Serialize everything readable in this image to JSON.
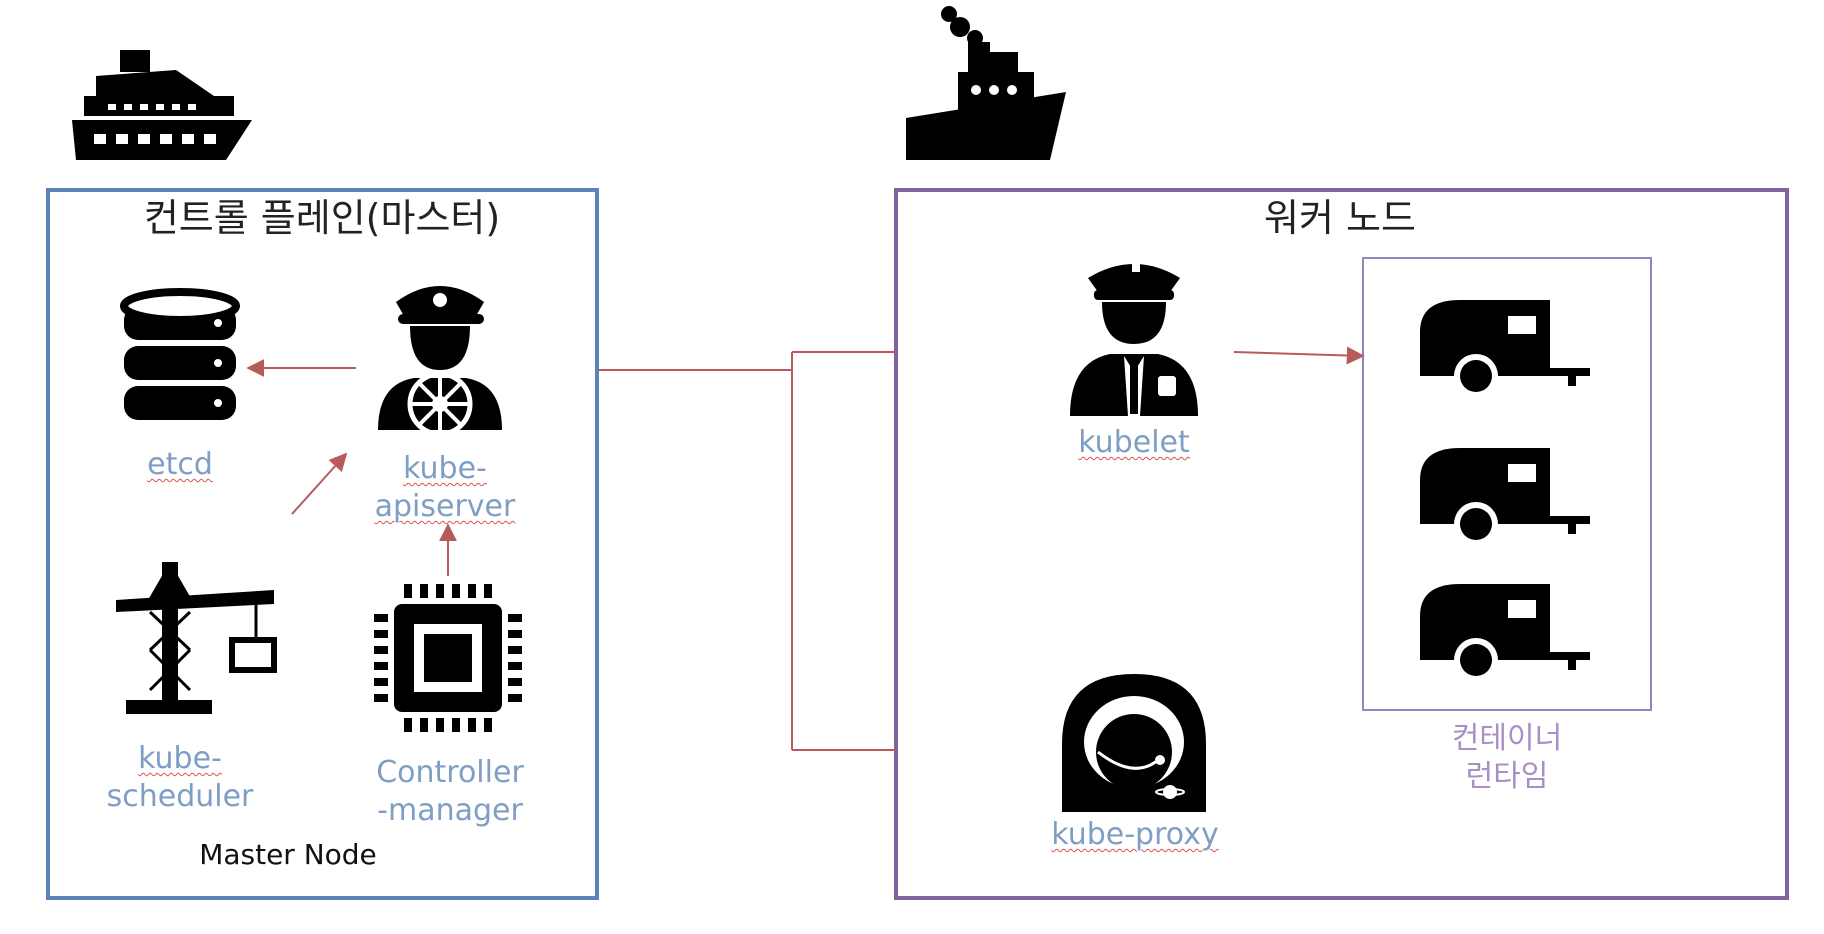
{
  "control_plane": {
    "title": "컨트롤 플레인(마스터)",
    "footer": "Master Node",
    "components": {
      "etcd": "etcd",
      "apiserver_line1": "kube-",
      "apiserver_line2": "apiserver",
      "scheduler_line1": "kube-",
      "scheduler_line2": "scheduler",
      "controller_line1": "Controller",
      "controller_line2": "-manager"
    }
  },
  "worker_node": {
    "title": "워커 노드",
    "components": {
      "kubelet": "kubelet",
      "kube_proxy": "kube-proxy",
      "runtime_line1": "컨테이너",
      "runtime_line2": "런타임"
    }
  },
  "colors": {
    "control_plane_border": "#5b84b9",
    "worker_node_border": "#7f659c",
    "runtime_border": "#8f86bd",
    "connector": "#b85a5a",
    "label": "#7f9ec4",
    "runtime_label": "#a98fc4"
  },
  "icons": {
    "control_plane": "cruise-ship-icon",
    "worker_node": "steamship-icon",
    "etcd": "database-icon",
    "apiserver": "ship-captain-icon",
    "scheduler": "crane-icon",
    "controller": "chip-icon",
    "kubelet": "officer-icon",
    "kube_proxy": "astronaut-icon",
    "container": "trailer-icon"
  }
}
